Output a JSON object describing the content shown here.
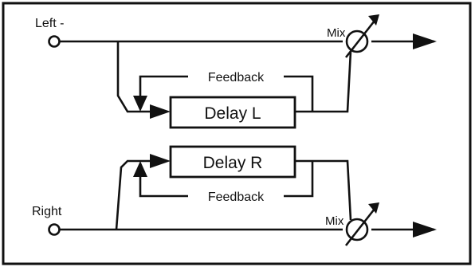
{
  "diagram": {
    "inputs": {
      "left_label": "Left -",
      "right_label": "Right"
    },
    "blocks": {
      "delay_l_label": "Delay L",
      "delay_r_label": "Delay R"
    },
    "feedback": {
      "top_label": "Feedback",
      "bottom_label": "Feedback"
    },
    "mix": {
      "top_label": "Mix",
      "bottom_label": "Mix"
    },
    "colors": {
      "ink": "#111111",
      "paper": "#ffffff"
    }
  }
}
